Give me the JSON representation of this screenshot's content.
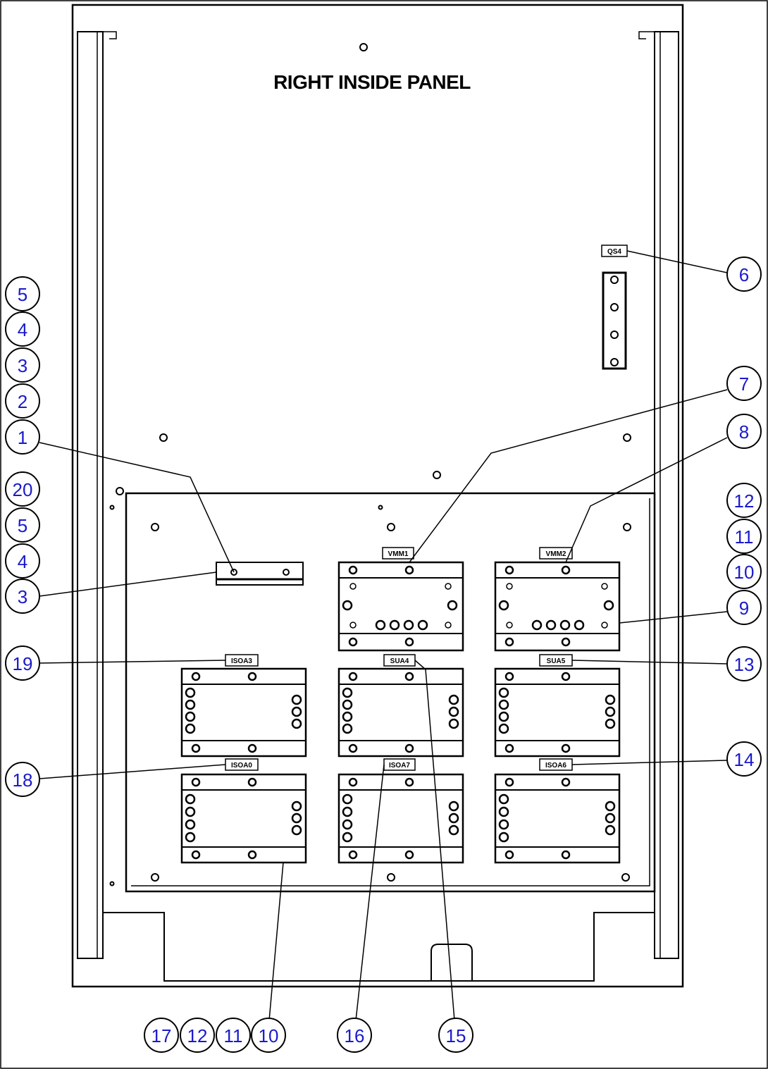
{
  "title": "RIGHT INSIDE PANEL",
  "colors": {
    "line": "#000000",
    "callout_text": "#1a1acc",
    "background": "#ffffff"
  },
  "component_tags": {
    "qs4": "QS4",
    "vmm1": "VMM1",
    "vmm2": "VMM2",
    "isoa3": "ISOA3",
    "sua4": "SUA4",
    "sua5": "SUA5",
    "isoa0": "ISOA0",
    "isoa7": "ISOA7",
    "isoa6": "ISOA6"
  },
  "callouts": {
    "left_top": [
      "5",
      "4",
      "3",
      "2",
      "1"
    ],
    "left_mid": [
      "20",
      "5",
      "4",
      "3"
    ],
    "left_19": "19",
    "left_18": "18",
    "right_6": "6",
    "right_7": "7",
    "right_8": "8",
    "right_stack": [
      "12",
      "11",
      "10"
    ],
    "right_9": "9",
    "right_13": "13",
    "right_14": "14",
    "bottom_group": [
      "17",
      "12",
      "11",
      "10"
    ],
    "bottom_16": "16",
    "bottom_15": "15"
  }
}
